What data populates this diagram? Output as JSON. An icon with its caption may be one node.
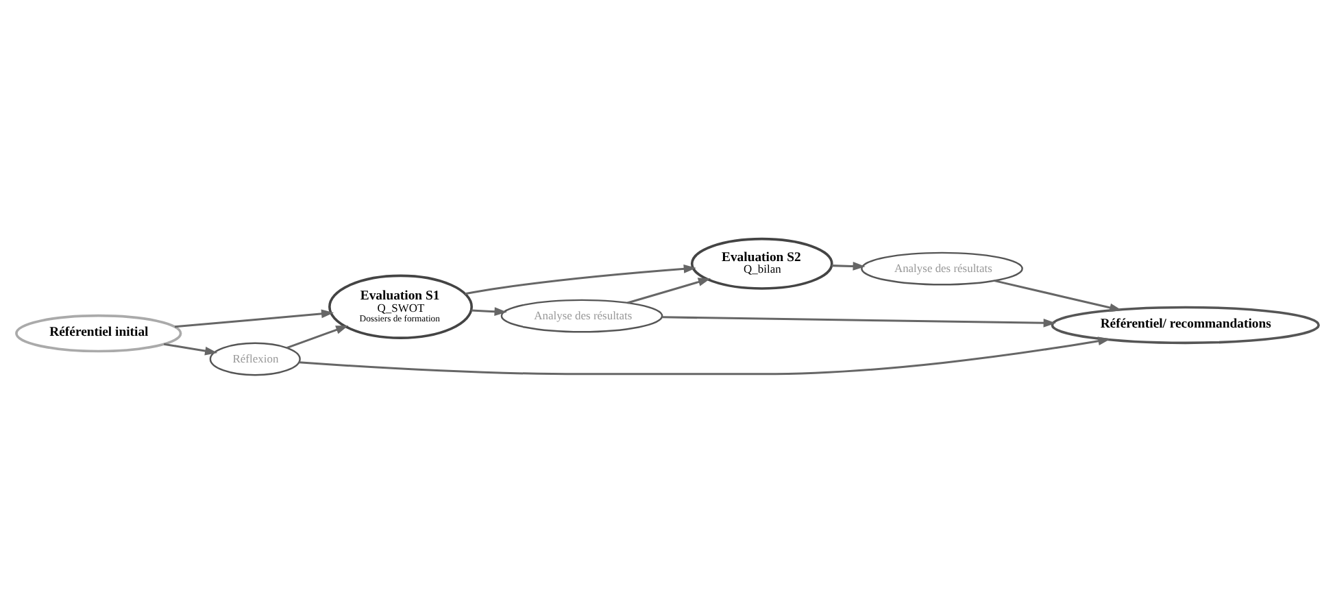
{
  "diagram": {
    "nodes": [
      {
        "text": [
          "Référentiel initial"
        ]
      },
      {
        "text": [
          "Evaluation S1",
          "Q_SWOT",
          "Dossiers de formation"
        ]
      },
      {
        "text": [
          "Evaluation S2",
          "Q_bilan"
        ]
      },
      {
        "text": [
          "Réflexion"
        ]
      },
      {
        "text": [
          "Analyse des résultats"
        ]
      },
      {
        "text": [
          "Analyse des résultats"
        ]
      },
      {
        "text": [
          "Référentiel/ recommandations"
        ]
      }
    ],
    "edges": [
      {
        "from": 0,
        "to": 1,
        "arrow": "to"
      },
      {
        "from": 0,
        "to": 3,
        "arrow": "to"
      },
      {
        "from": 3,
        "to": 1,
        "arrow": "to"
      },
      {
        "from": 1,
        "to": 2,
        "arrow": "to"
      },
      {
        "from": 1,
        "to": 4,
        "arrow": "to"
      },
      {
        "from": 4,
        "to": 2,
        "arrow": "to"
      },
      {
        "from": 2,
        "to": 5,
        "arrow": "to"
      },
      {
        "from": 3,
        "to": 6,
        "arrow": "to"
      },
      {
        "from": 4,
        "to": 6,
        "arrow": "to"
      },
      {
        "from": 5,
        "to": 6,
        "arrow": "to"
      }
    ]
  }
}
